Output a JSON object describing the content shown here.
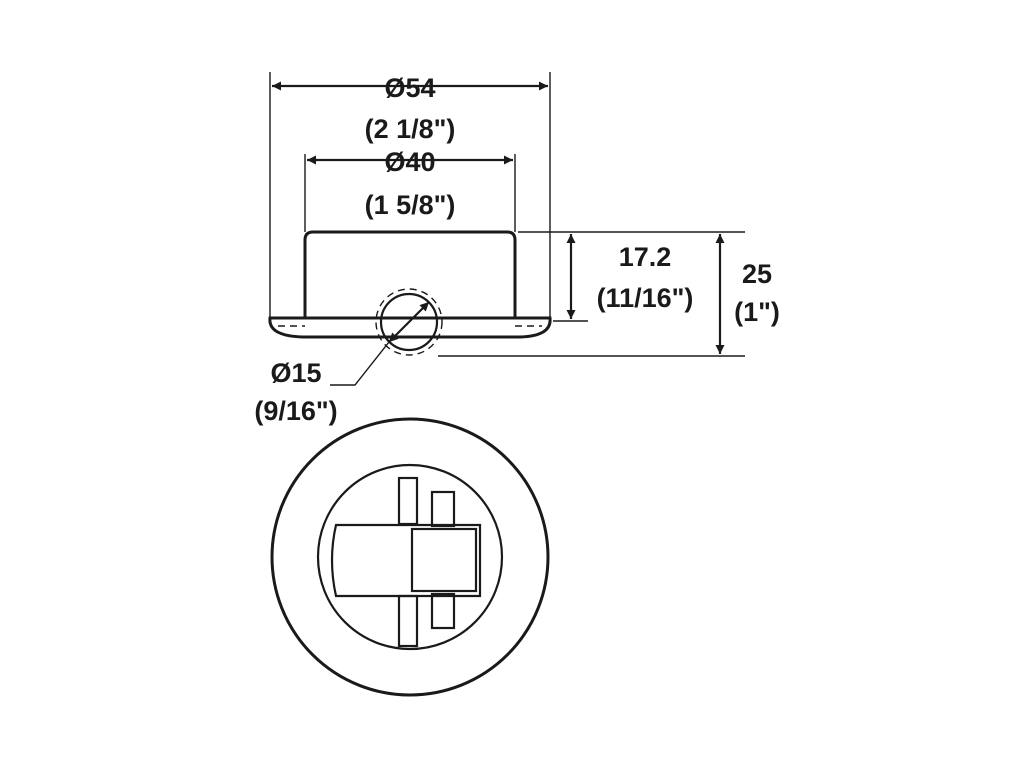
{
  "dimensions": {
    "outer_diameter": {
      "metric": "Ø54",
      "imperial": "(2 1/8\")"
    },
    "inner_diameter": {
      "metric": "Ø40",
      "imperial": "(1 5/8\")"
    },
    "body_height": {
      "metric": "17.2",
      "imperial": "(11/16\")"
    },
    "total_height": {
      "metric": "25",
      "imperial": "(1\")"
    },
    "ball_diameter": {
      "metric": "Ø15",
      "imperial": "(9/16\")"
    }
  }
}
